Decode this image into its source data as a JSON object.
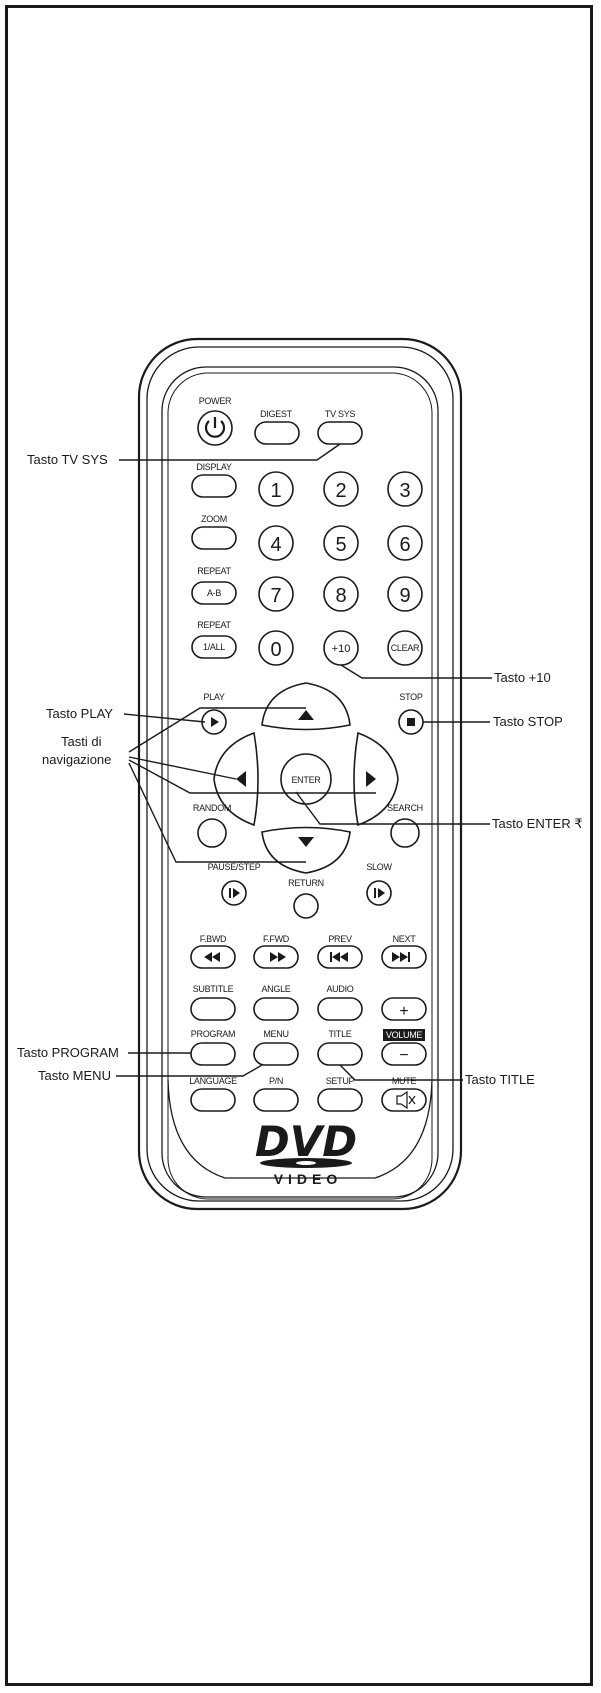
{
  "remote": {
    "power_label": "POWER",
    "digest_label": "DIGEST",
    "tvsys_label": "TV SYS",
    "display_label": "DISPLAY",
    "zoom_label": "ZOOM",
    "repeat_ab_label": "REPEAT",
    "repeat_ab_btn": "A-B",
    "repeat_all_label": "REPEAT",
    "repeat_all_btn": "1/ALL",
    "numbers": [
      "1",
      "2",
      "3",
      "4",
      "5",
      "6",
      "7",
      "8",
      "9",
      "0",
      "+10"
    ],
    "clear_label": "CLEAR",
    "play_label": "PLAY",
    "stop_label": "STOP",
    "enter_label": "ENTER",
    "random_label": "RANDOM",
    "search_label": "SEARCH",
    "pause_label": "PAUSE/STEP",
    "slow_label": "SLOW",
    "return_label": "RETURN",
    "fbwd_label": "F.BWD",
    "ffwd_label": "F.FWD",
    "prev_label": "PREV",
    "next_label": "NEXT",
    "subtitle_label": "SUBTITLE",
    "angle_label": "ANGLE",
    "audio_label": "AUDIO",
    "program_label": "PROGRAM",
    "menu_label": "MENU",
    "title_label": "TITLE",
    "volume_label": "VOLUME",
    "vol_plus": "+",
    "vol_minus": "−",
    "language_label": "LANGUAGE",
    "pn_label": "P/N",
    "setup_label": "SETUP",
    "mute_label": "MUTE",
    "logo_main": "DVD",
    "logo_sub": "VIDEO"
  },
  "callouts": {
    "tvsys": "Tasto TV SYS",
    "plus10": "Tasto +10",
    "play": "Tasto PLAY",
    "stop": "Tasto STOP",
    "nav_line1": "Tasti di",
    "nav_line2": "navigazione",
    "enter": "Tasto ENTER ₹",
    "program": "Tasto PROGRAM",
    "menu": "Tasto MENU",
    "title": "Tasto TITLE"
  }
}
